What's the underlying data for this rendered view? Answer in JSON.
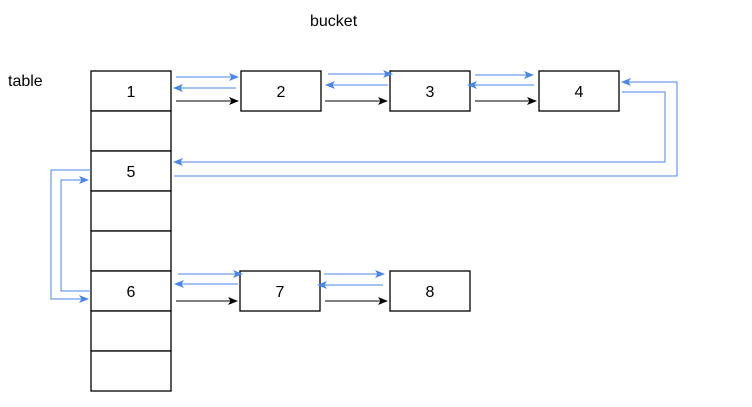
{
  "labels": {
    "bucket": "bucket",
    "table": "table"
  },
  "table_cells": [
    "1",
    "",
    "5",
    "",
    "",
    "6",
    "",
    ""
  ],
  "nodes": {
    "n2": "2",
    "n3": "3",
    "n4": "4",
    "n7": "7",
    "n8": "8"
  },
  "colors": {
    "next_arrow": "#000000",
    "link_arrow": "#4a86e8"
  }
}
